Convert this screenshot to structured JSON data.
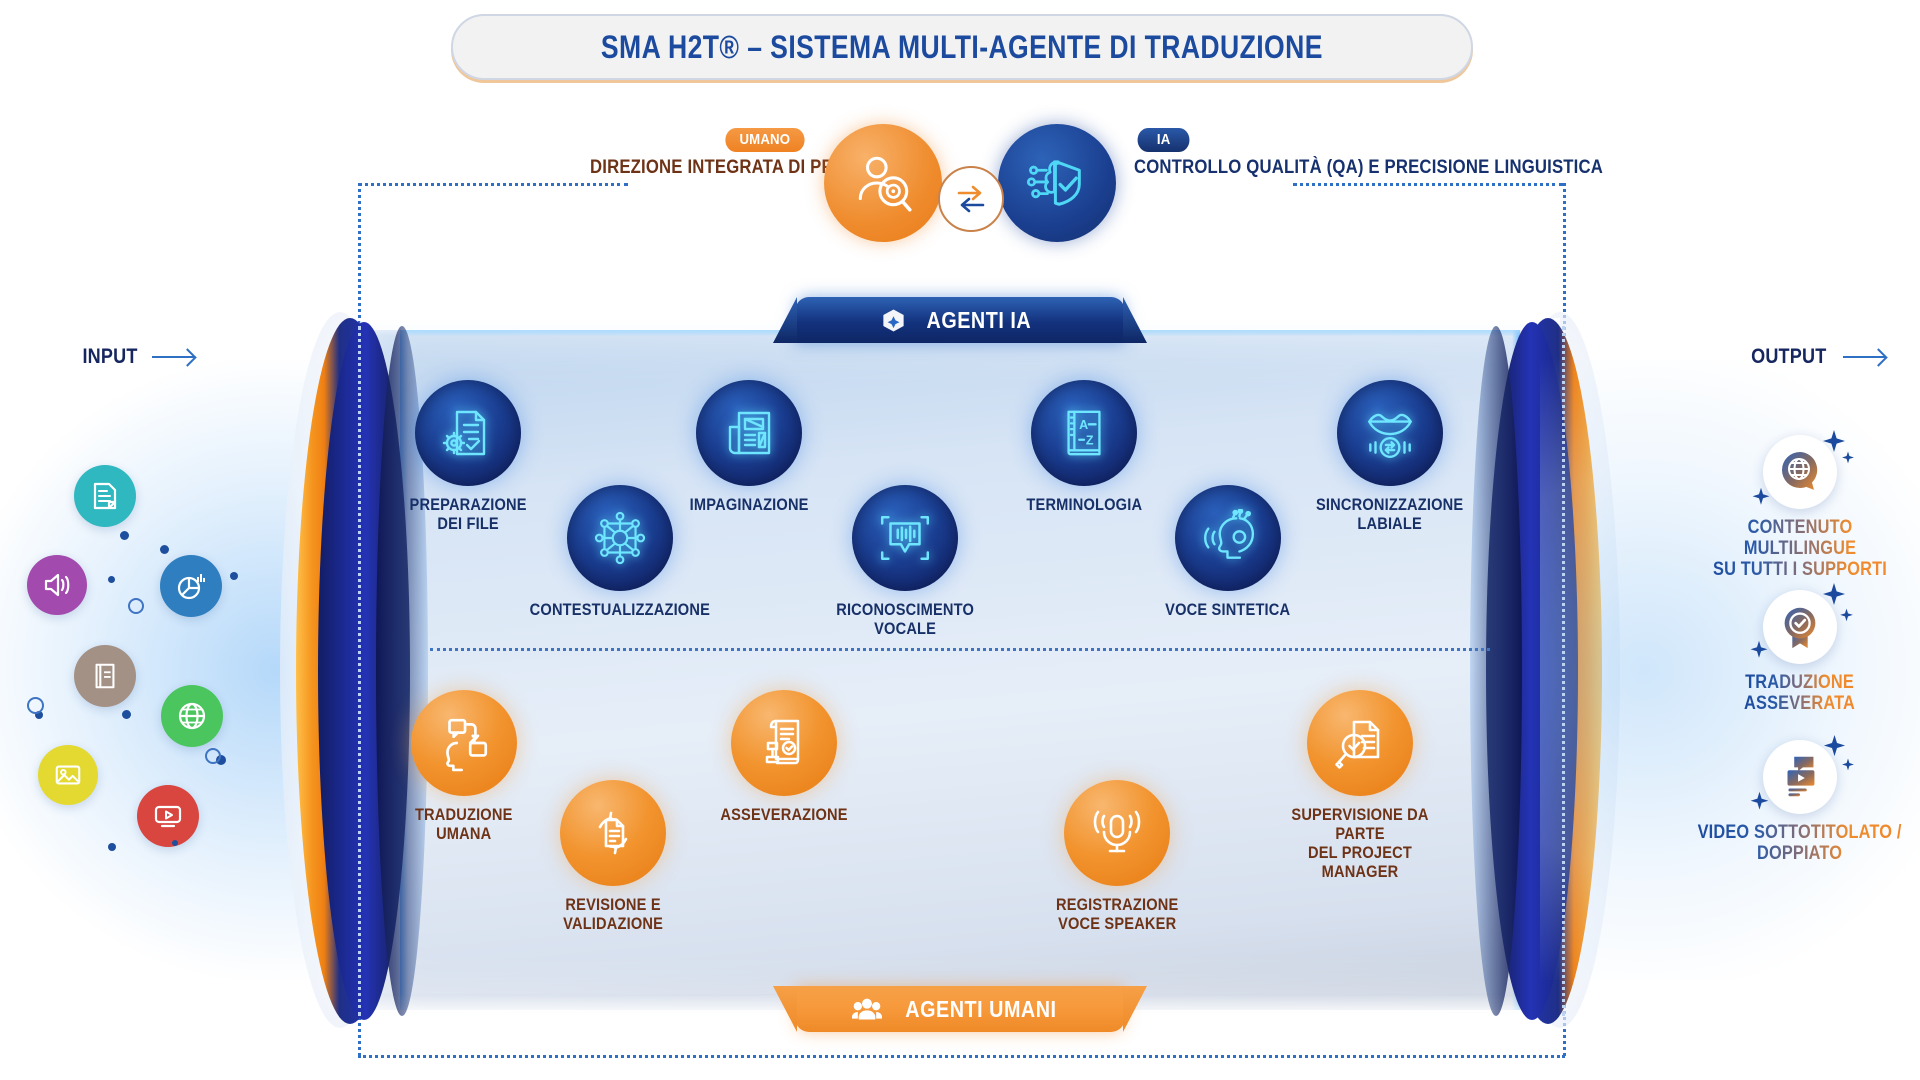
{
  "title": "SMA H2T® – SISTEMA MULTI-AGENTE DI TRADUZIONE",
  "colors": {
    "brand_blue": "#1b4a9e",
    "brand_orange": "#ef8c2e",
    "deep_navy": "#101f58",
    "label_brown": "#6e3316",
    "label_navy": "#173067",
    "dotted_blue": "#2f6fc4"
  },
  "leadership": {
    "human": {
      "badge": "UMANO",
      "label": "DIREZIONE INTEGRATA\nDI PROGETTO",
      "icon": "person-search-icon"
    },
    "ai": {
      "badge": "IA",
      "label": "CONTROLLO QUALITÀ (QA)\nE PRECISIONE LINGUISTICA",
      "icon": "ai-brain-shield-icon"
    },
    "exchange_icon": "two-way-arrows-icon"
  },
  "capsule": {
    "ai_tab": {
      "label": "AGENTI IA",
      "icon": "cube-ai-icon"
    },
    "human_tab": {
      "label": "AGENTI UMANI",
      "icon": "people-group-icon"
    }
  },
  "ai_agents": [
    {
      "label": "PREPARAZIONE\nDEI FILE",
      "icon": "document-gear-check-icon"
    },
    {
      "label": "CONTESTUALIZZAZIONE",
      "icon": "neural-network-icon"
    },
    {
      "label": "IMPAGINAZIONE",
      "icon": "page-layout-icon"
    },
    {
      "label": "RICONOSCIMENTO\nVOCALE",
      "icon": "speech-waveform-scan-icon"
    },
    {
      "label": "TERMINOLOGIA",
      "icon": "dictionary-az-book-icon"
    },
    {
      "label": "VOCE SINTETICA",
      "icon": "ai-head-speaking-icon"
    },
    {
      "label": "SINCRONIZZAZIONE\nLABIALE",
      "icon": "lips-sync-icon"
    }
  ],
  "human_agents": [
    {
      "label": "TRADUZIONE\nUMANA",
      "icon": "head-speech-bubbles-icon"
    },
    {
      "label": "REVISIONE E\nVALIDAZIONE",
      "icon": "document-revision-cycle-icon"
    },
    {
      "label": "ASSEVERAZIONE",
      "icon": "certified-scroll-stamp-icon"
    },
    {
      "label": "REGISTRAZIONE\nVOCE SPEAKER",
      "icon": "microphone-recording-icon"
    },
    {
      "label": "SUPERVISIONE DA PARTE\nDEL PROJECT MANAGER",
      "icon": "document-magnifier-check-icon"
    }
  ],
  "input": {
    "label": "INPUT",
    "arrow": "arrow-right-icon",
    "items": [
      {
        "icon": "document-text-icon",
        "color": "#2fb8bf"
      },
      {
        "icon": "speaker-audio-icon",
        "color": "#a24aae"
      },
      {
        "icon": "pie-chart-icon",
        "color": "#2f7fc0"
      },
      {
        "icon": "book-icon",
        "color": "#a39186"
      },
      {
        "icon": "globe-icon",
        "color": "#4bc65e"
      },
      {
        "icon": "image-photo-icon",
        "color": "#e3d930"
      },
      {
        "icon": "video-play-icon",
        "color": "#d9453f"
      }
    ]
  },
  "output": {
    "label": "OUTPUT",
    "arrow": "arrow-right-icon",
    "items": [
      {
        "label": "CONTENUTO MULTILINGUE\nSU TUTTI I SUPPORTI",
        "icon": "globe-chat-sparkle-icon"
      },
      {
        "label": "TRADUZIONE\nASSEVERATA",
        "icon": "certified-badge-sparkle-icon"
      },
      {
        "label": "VIDEO SOTTOTITOLATO /\nDOPPIATO",
        "icon": "video-subtitle-sparkle-icon"
      }
    ]
  }
}
